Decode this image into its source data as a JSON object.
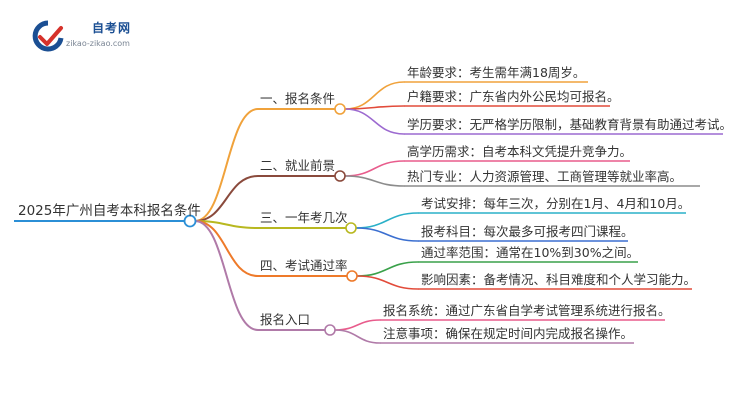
{
  "logo": {
    "name": "自考网",
    "url": "zikao-zikao.com",
    "colors": {
      "blue": "#1b4f93",
      "red": "#d6322b"
    }
  },
  "mindmap": {
    "root": "2025年广州自考本科报名条件",
    "branches": [
      {
        "label": "一、报名条件",
        "color": "#f0a23b",
        "children": [
          {
            "text": "年龄要求：考生需年满18周岁。",
            "color": "#f0a23b"
          },
          {
            "text": "户籍要求：广东省内外公民均可报名。",
            "color": "#e24b3a"
          },
          {
            "text": "学历要求：无严格学历限制，基础教育背景有助通过考试。",
            "color": "#9c6ad0"
          }
        ]
      },
      {
        "label": "二、就业前景",
        "color": "#8a4a3c",
        "children": [
          {
            "text": "高学历需求：自考本科文凭提升竞争力。",
            "color": "#e85c8c"
          },
          {
            "text": "热门专业：人力资源管理、工商管理等就业率高。",
            "color": "#8c8c8c"
          }
        ]
      },
      {
        "label": "三、一年考几次",
        "color": "#b8b820",
        "children": [
          {
            "text": "考试安排：每年三次，分别在1月、4月和10月。",
            "color": "#2ab0c8"
          },
          {
            "text": "报考科目：每次最多可报考四门课程。",
            "color": "#3b6fd0"
          }
        ]
      },
      {
        "label": "四、考试通过率",
        "color": "#ee7a2a",
        "children": [
          {
            "text": "通过率范围：通常在10%到30%之间。",
            "color": "#3aa14a"
          },
          {
            "text": "影响因素：备考情况、科目难度和个人学习能力。",
            "color": "#e24b3a"
          }
        ]
      },
      {
        "label": "报名入口",
        "color": "#b07aa8",
        "children": [
          {
            "text": "报名系统：通过广东省自学考试管理系统进行报名。",
            "color": "#e85c8c"
          },
          {
            "text": "注意事项：确保在规定时间内完成报名操作。",
            "color": "#b07aa8"
          }
        ]
      }
    ]
  }
}
